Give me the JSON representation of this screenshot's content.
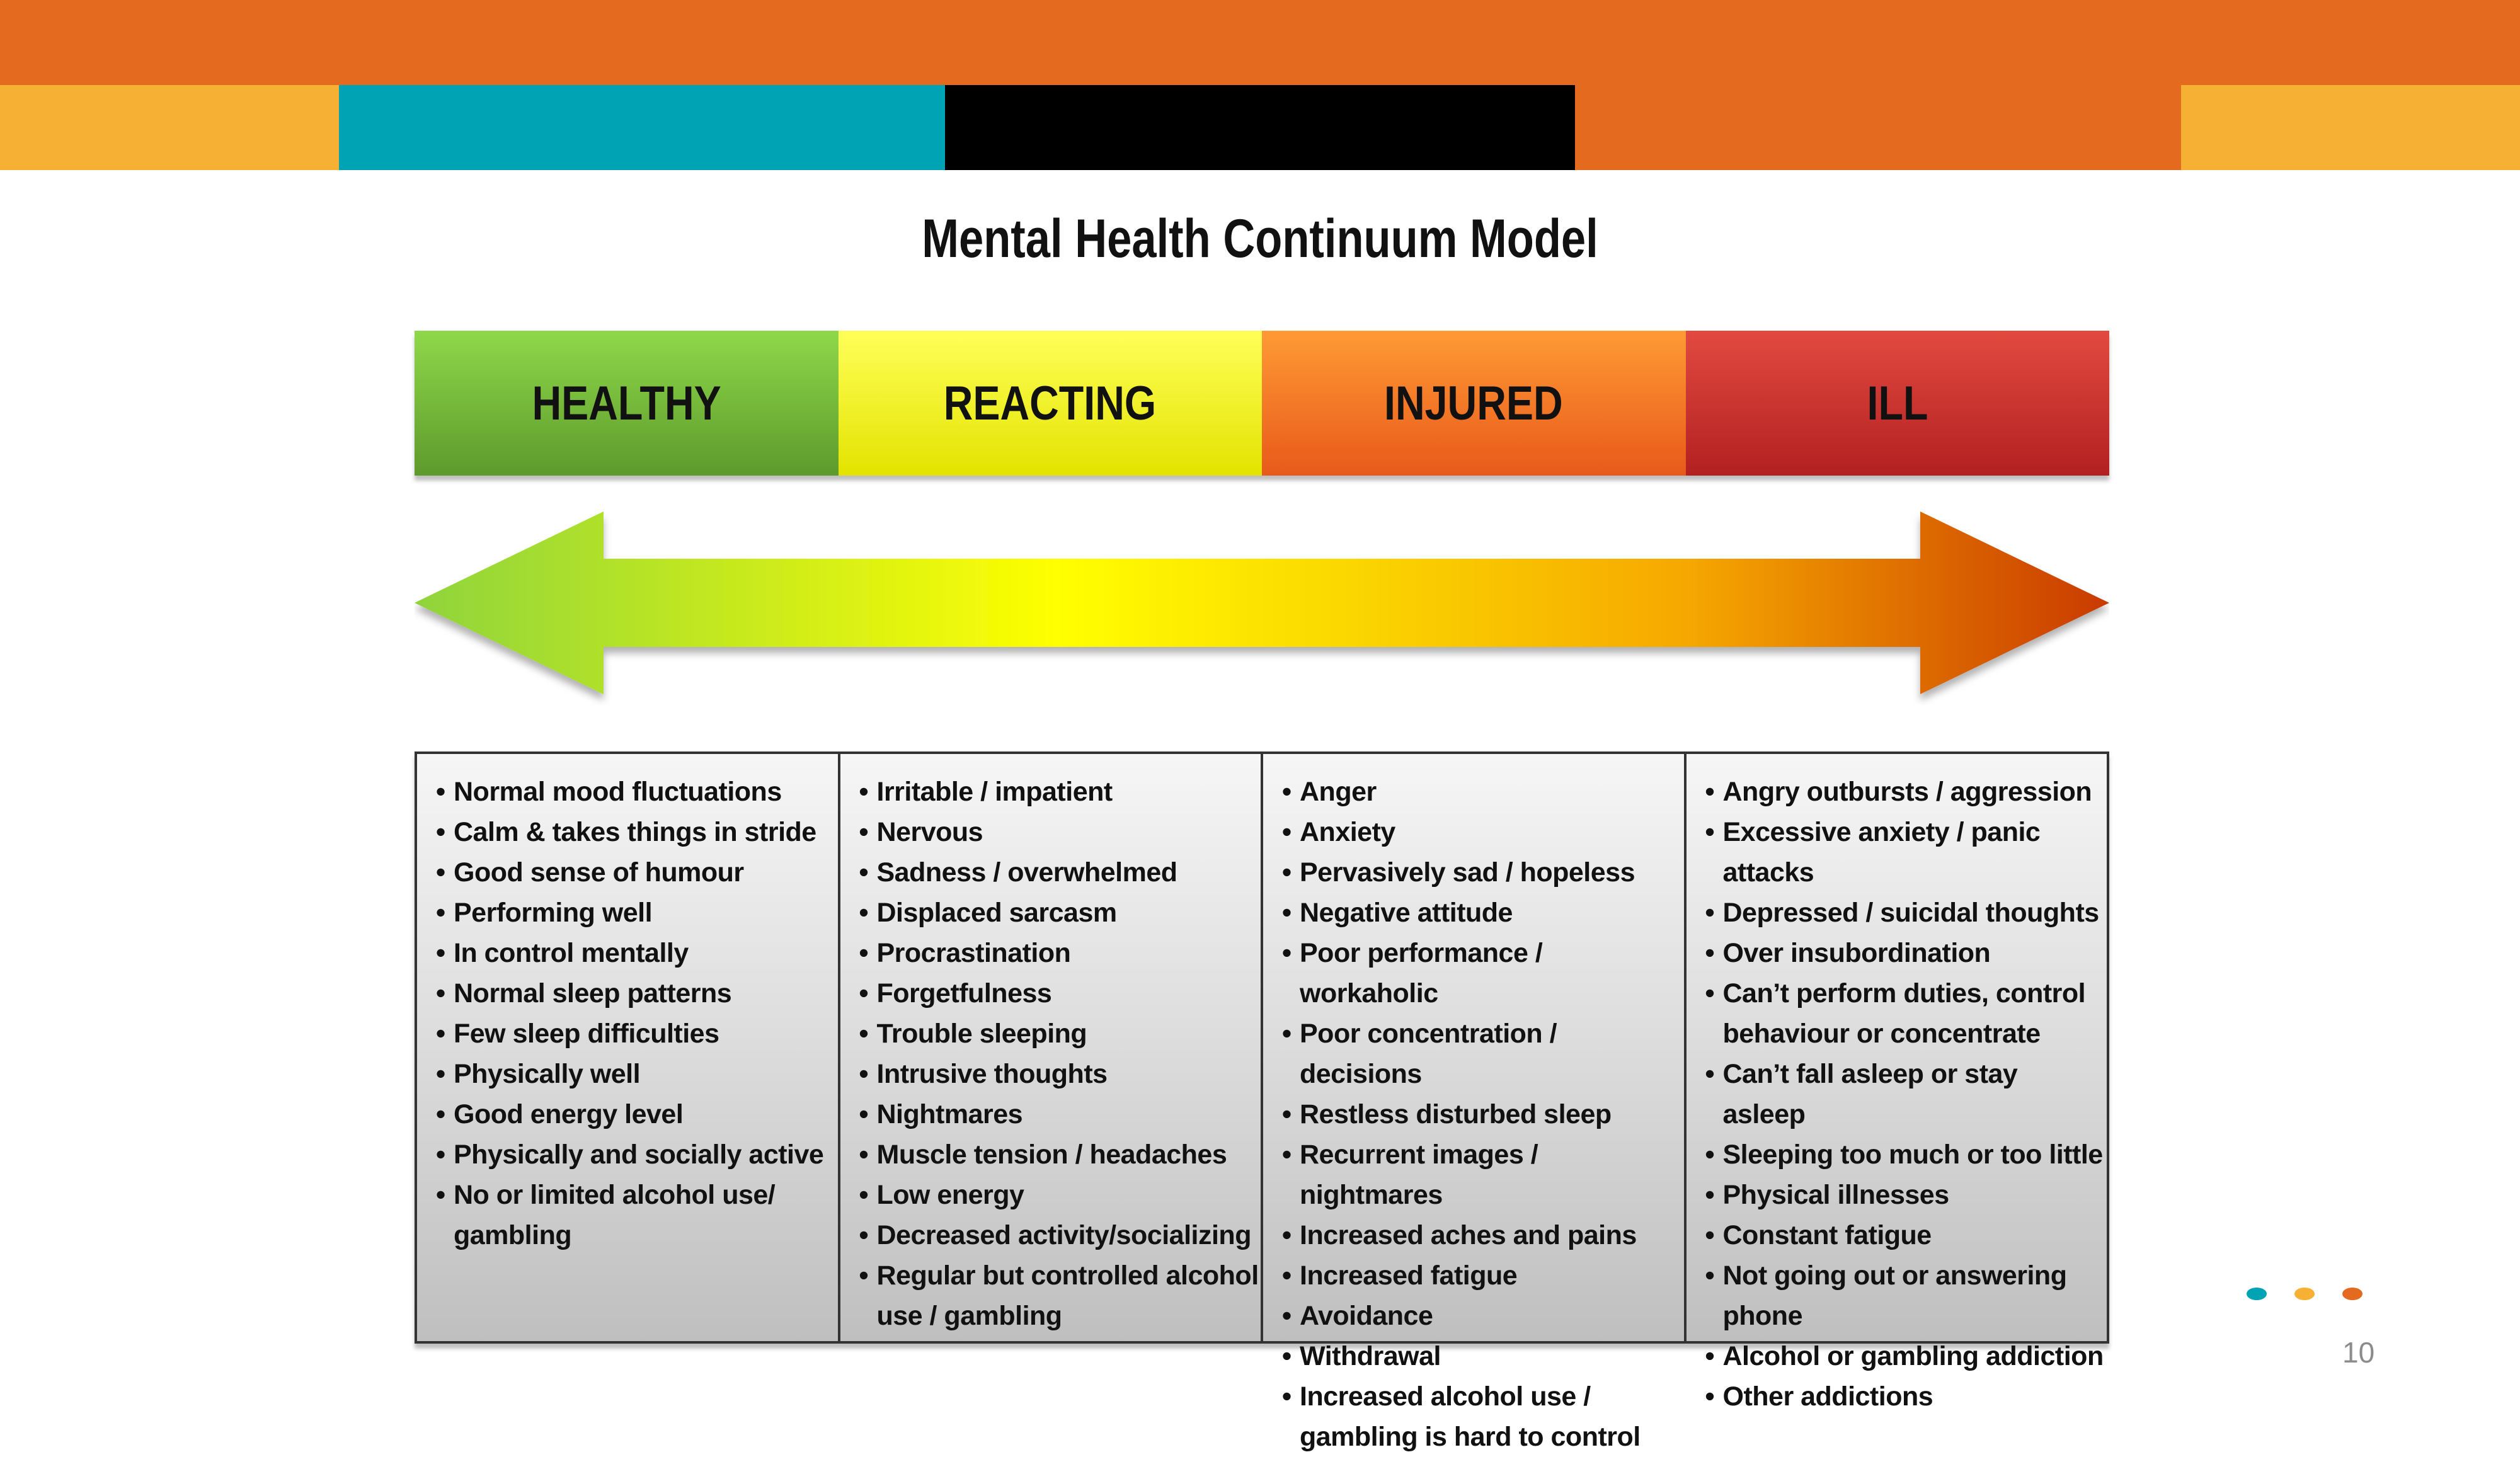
{
  "colors": {
    "top_band": "#e36a1f",
    "segments": [
      "#f6b034",
      "#00a3b4",
      "#000000",
      "#e36a1f",
      "#f6b034"
    ],
    "stage_gradients": [
      [
        "#8fd84a",
        "#5d9a2c"
      ],
      [
        "#ffff59",
        "#e3e300"
      ],
      [
        "#ff9a35",
        "#e8591a"
      ],
      [
        "#e24a40",
        "#b22020"
      ]
    ],
    "arrow_stops": [
      "#8fd43c",
      "#ffff00",
      "#f6a800",
      "#c93a00"
    ],
    "dots": [
      "#00a3b4",
      "#f6b034",
      "#e36a1f"
    ]
  },
  "slide": {
    "title": "Mental Health Continuum Model",
    "page_number": "10"
  },
  "stages": [
    {
      "label": "HEALTHY",
      "items": [
        "Normal mood fluctuations",
        "Calm & takes things in stride",
        "Good sense of humour",
        "Performing well",
        "In control mentally",
        "Normal sleep patterns",
        "Few sleep difficulties",
        "Physically well",
        "Good energy level",
        "Physically and socially active",
        "No or limited alcohol use/ gambling"
      ]
    },
    {
      "label": "REACTING",
      "items": [
        "Irritable / impatient",
        "Nervous",
        "Sadness / overwhelmed",
        "Displaced sarcasm",
        "Procrastination",
        "Forgetfulness",
        "Trouble sleeping",
        "Intrusive thoughts",
        "Nightmares",
        "Muscle tension / headaches",
        "Low energy",
        "Decreased activity/socializing",
        "Regular but controlled alcohol use / gambling"
      ]
    },
    {
      "label": "INJURED",
      "items": [
        "Anger",
        "Anxiety",
        "Pervasively sad / hopeless",
        "Negative attitude",
        "Poor performance / workaholic",
        "Poor concentration / decisions",
        "Restless disturbed sleep",
        "Recurrent images / nightmares",
        "Increased aches and pains",
        "Increased fatigue",
        "Avoidance",
        "Withdrawal",
        "Increased alcohol use / gambling is hard to control"
      ]
    },
    {
      "label": "ILL",
      "items": [
        "Angry outbursts / aggression",
        "Excessive anxiety / panic attacks",
        "Depressed / suicidal thoughts",
        "Over insubordination",
        "Can’t perform duties, control behaviour or concentrate",
        "Can’t fall asleep or stay asleep",
        "Sleeping too much or too little",
        "Physical illnesses",
        "Constant fatigue",
        "Not going out or answering phone",
        "Alcohol or gambling addiction",
        "Other addictions"
      ]
    }
  ]
}
